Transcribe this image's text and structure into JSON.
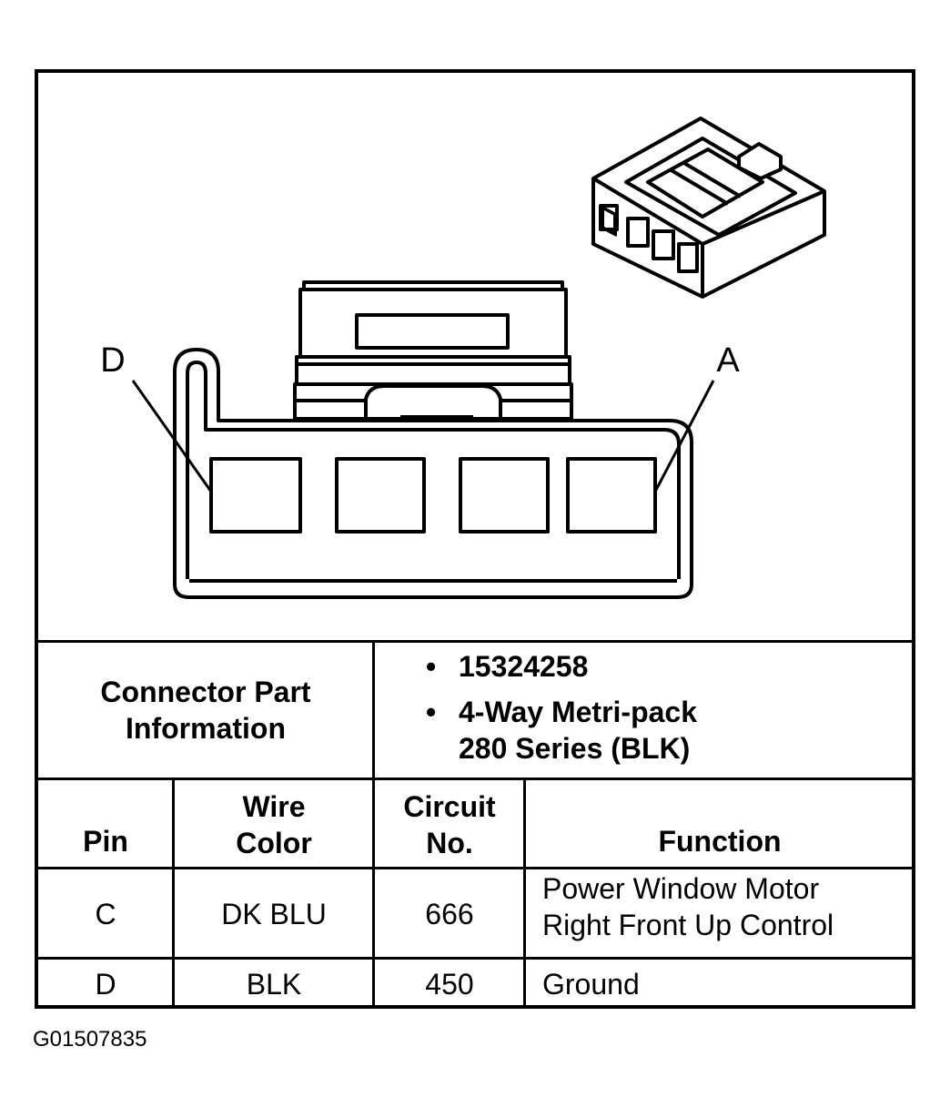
{
  "labels": {
    "pin_d": "D",
    "pin_a": "A"
  },
  "info": {
    "label_line1": "Connector Part",
    "label_line2": "Information",
    "part_number": "15324258",
    "desc_line1": "4-Way Metri-pack",
    "desc_line2": "280 Series (BLK)"
  },
  "headers": {
    "pin": "Pin",
    "wire_line1": "Wire",
    "wire_line2": "Color",
    "circuit_line1": "Circuit",
    "circuit_line2": "No.",
    "function": "Function"
  },
  "rows": [
    {
      "pin": "C",
      "color": "DK BLU",
      "circuit": "666",
      "function_line1": "Power Window Motor",
      "function_line2": "Right Front Up Control"
    },
    {
      "pin": "D",
      "color": "BLK",
      "circuit": "450",
      "function_line1": "Ground"
    }
  ],
  "figure_id": "G01507835"
}
